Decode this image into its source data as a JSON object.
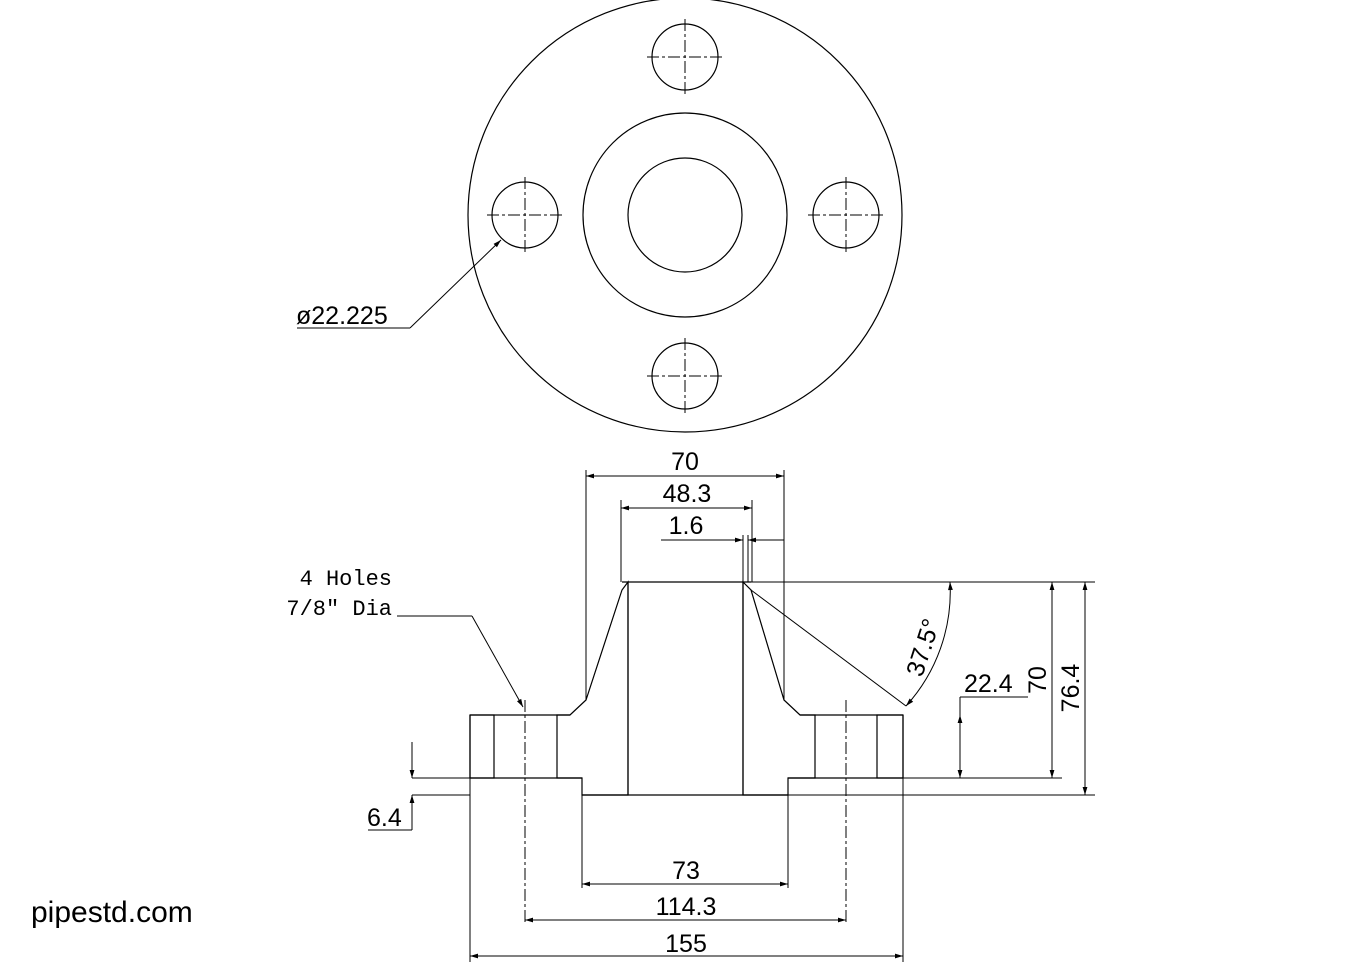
{
  "dimensions": {
    "bolt_hole_diameter": "ø22.225",
    "hub_diameter": "70",
    "pipe_od": "48.3",
    "wall_step": "1.6",
    "bevel_angle": "37.5°",
    "flange_thickness": "22.4",
    "hub_height": "70",
    "total_height": "76.4",
    "raised_face": "6.4",
    "raised_face_diameter": "73",
    "bolt_circle_diameter": "114.3",
    "outside_diameter": "155"
  },
  "note": {
    "line1": "4 Holes",
    "line2": "7/8\" Dia"
  },
  "watermark": "pipestd.com"
}
